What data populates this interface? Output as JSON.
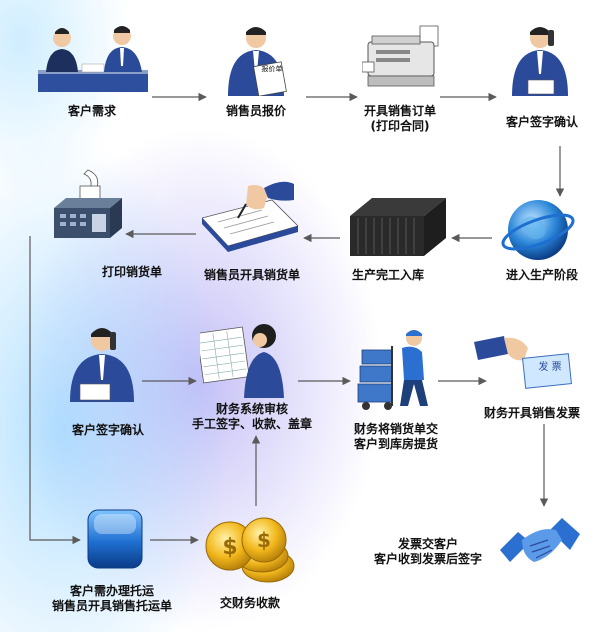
{
  "nodes": {
    "n1": "客户需求",
    "n2": "销售员报价",
    "n2_doc": "报价单",
    "n3_line1": "开具销售订单",
    "n3_line2": "(打印合同)",
    "n4": "客户签字确认",
    "n5": "进入生产阶段",
    "n6": "生产完工入库",
    "n7": "销售员开具销货单",
    "n8": "打印销货单",
    "n9": "客户签字确认",
    "n10_line1": "财务系统审核",
    "n10_line2": "手工签字、收款、盖章",
    "n11_line1": "财务将销货单交",
    "n11_line2": "客户到库房提货",
    "n12": "财务开具销售发票",
    "n12_doc": "发 票",
    "n13_line1": "发票交客户",
    "n13_line2": "客户收到发票后签字",
    "n14_line1": "客户需办理托运",
    "n14_line2": "销售员开具销售托运单",
    "n15": "交财务收款"
  },
  "colors": {
    "arrow": "#5a5a5a",
    "suit": "#2b4a9a",
    "accent": "#1f6fd1"
  }
}
